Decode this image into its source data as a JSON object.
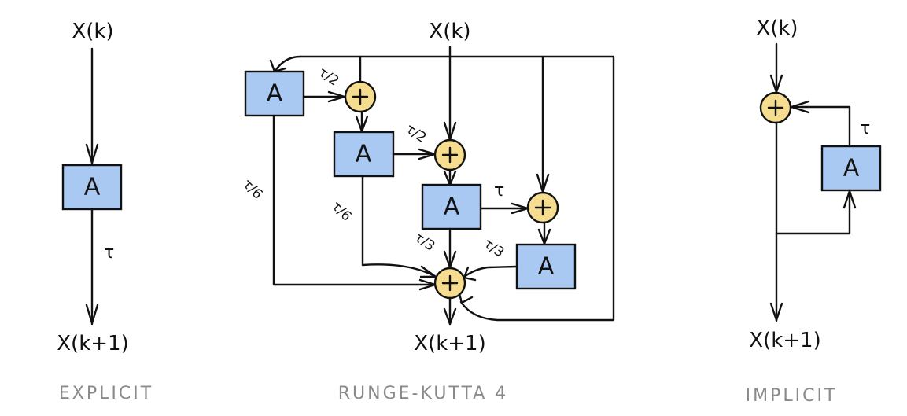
{
  "colors": {
    "block_fill": "#a9c8f2",
    "sum_fill": "#f6dc8f",
    "line": "#111111",
    "caption": "#8a8a8a"
  },
  "block_label": "A",
  "sum_symbol": "+",
  "explicit": {
    "input": "X(k)",
    "output": "X(k+1)",
    "gain": "τ",
    "caption": "EXPLICIT"
  },
  "rk4": {
    "input": "X(k)",
    "output": "X(k+1)",
    "gains": {
      "k1_to_sum1": "τ/2",
      "k2_to_sum2": "τ/2",
      "k3_to_sum3": "τ",
      "k1_to_out": "τ/6",
      "k2_to_out": "τ/6",
      "k3_to_out": "τ/3",
      "k4_to_out": "τ/3"
    },
    "caption": "RUNGE-KUTTA 4"
  },
  "implicit": {
    "input": "X(k)",
    "output": "X(k+1)",
    "gain": "τ",
    "caption": "IMPLICIT"
  }
}
